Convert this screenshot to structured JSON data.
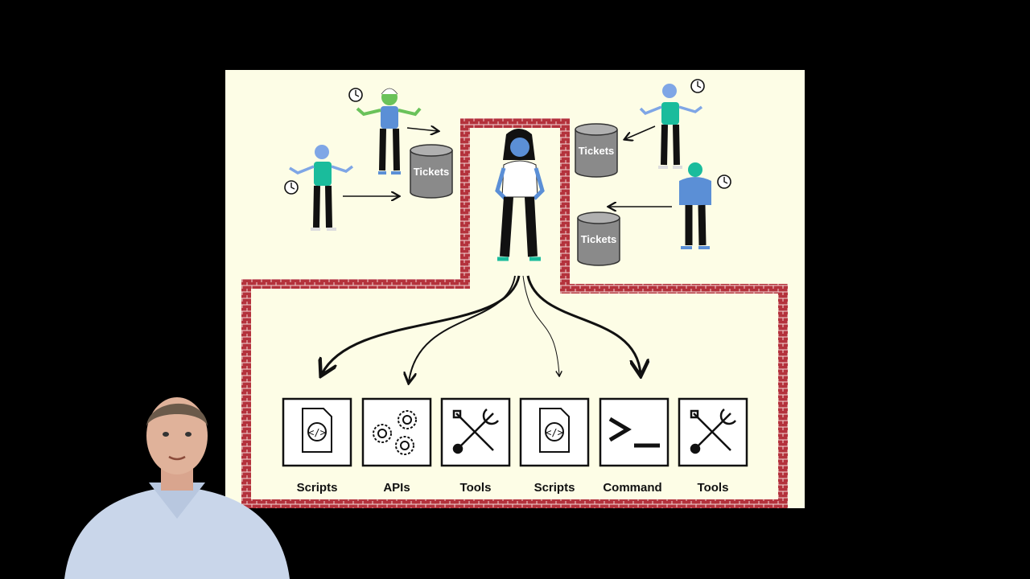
{
  "tickets": {
    "label": "Tickets"
  },
  "tools": [
    {
      "label": "Scripts",
      "icon": "code-document-icon"
    },
    {
      "label": "APIs",
      "icon": "gears-icon"
    },
    {
      "label": "Tools",
      "icon": "wrench-screwdriver-icon"
    },
    {
      "label": "Scripts",
      "icon": "code-document-icon"
    },
    {
      "label": "Command",
      "icon": "terminal-prompt-icon"
    },
    {
      "label": "Tools",
      "icon": "wrench-screwdriver-icon"
    }
  ],
  "colors": {
    "background": "#fdfde6",
    "brick": "#b4323c",
    "mortar": "#f1d5d5",
    "cylinder": "#8a8a8a",
    "shirt_green": "#1abc9c",
    "shirt_blue": "#5b8fd6"
  }
}
